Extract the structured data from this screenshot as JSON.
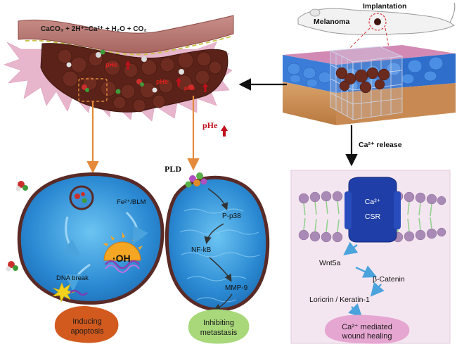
{
  "equation": "CaCO₃ + 2H⁺=Ca²⁺ + H₂O + CO₂",
  "labels": {
    "melanoma": "Melanoma",
    "implantation": "Implantation",
    "phe": "pHe",
    "pld": "PLD",
    "ca_release": "Ca²⁺ release",
    "fe_blm": "Fe²⁺/BLM",
    "oh": "·OH",
    "dna_break": "DNA break",
    "p_p38": "P-p38",
    "nf_kb": "NF-kB",
    "mmp9": "MMP-9",
    "ca_csr_ion": "Ca²⁺",
    "csr": "CSR",
    "wnt5a": "Wnt5a",
    "beta_catenin": "β-Catenin",
    "loricrin": "Loricrin / Keratin-1"
  },
  "outcomes": {
    "apoptosis": "Inducing apoptosis",
    "metastasis": "Inhibiting metastasis",
    "wound": "Ca²⁺ mediated wound healing"
  },
  "colors": {
    "tumor": "#5a2218",
    "skin_pink": "#e8b6cc",
    "water": "#2e8fd6",
    "arrow_orange": "#e48a3a",
    "arrow_blue": "#4aa3dc",
    "membrane": "#a98ab6",
    "csr_blue": "#1f3ea8",
    "outcome_red": "#d25a1e",
    "outcome_green": "#a8d87a",
    "outcome_pink": "#e6a6d2"
  }
}
